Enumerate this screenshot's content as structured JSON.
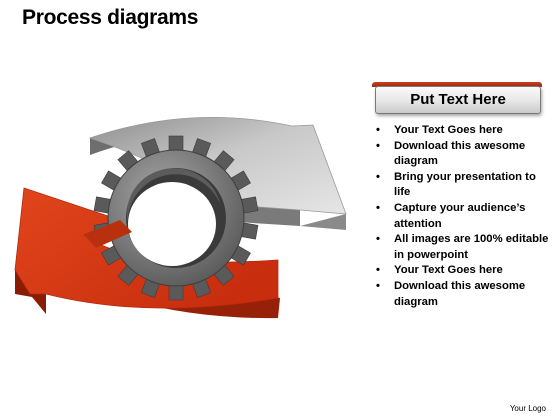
{
  "title": "Process diagrams",
  "panel": {
    "header": "Put Text Here",
    "bullets": [
      "Your Text Goes here",
      "Download this awesome diagram",
      "Bring your presentation to life",
      "Capture your audience’s attention",
      "All images are 100% editable in powerpoint",
      "Your Text Goes here",
      "Download this awesome diagram"
    ]
  },
  "logo": "Your Logo",
  "colors": {
    "red_arrow": "#d63a14",
    "gray_arrow": "#b4b4b4",
    "gear": "#6e6e6e",
    "header_bar": "#b83018"
  },
  "diagram": {
    "elements": [
      "gray-arrow-right",
      "red-arrow-left",
      "gear-center"
    ]
  }
}
